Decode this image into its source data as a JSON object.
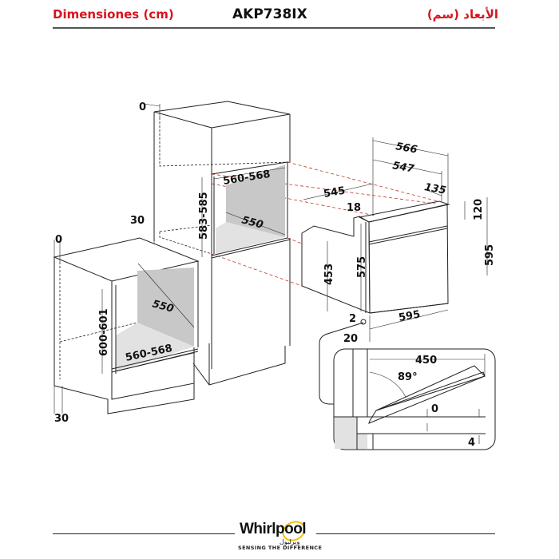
{
  "header": {
    "left_title": "Dimensiones (cm)",
    "model": "AKP738IX",
    "right_title": "الأبعاد (سم)"
  },
  "diagram": {
    "tall_cabinet": {
      "top_gap": "0",
      "side_gap": "30",
      "niche_height": "583-585",
      "niche_width": "560-568",
      "niche_depth": "550"
    },
    "base_cabinet": {
      "top_gap": "0",
      "bottom_gap": "30",
      "niche_height": "600-601",
      "niche_width": "560-568",
      "niche_depth": "550"
    },
    "oven": {
      "total_depth": "566",
      "body_depth": "547",
      "top_depth": "135",
      "body_width_depth": "545",
      "front_thickness": "18",
      "panel_height": "120",
      "total_height": "595",
      "body_height": "453",
      "front_body_height": "575",
      "width": "595",
      "gap_bottom": "2",
      "gap_front": "20"
    },
    "door_detail": {
      "open_length": "450",
      "angle": "89°",
      "offset_top": "0",
      "offset_bottom": "4"
    },
    "colors": {
      "accent": "#d7141e",
      "niche_back": "#c8c8c8",
      "niche_floor": "#e2e2e2",
      "guide_line": "#c0392b"
    }
  },
  "footer": {
    "brand": "Whirlpool",
    "brand_arabic": "ويرلبول",
    "tagline": "SENSING THE DIFFERENCE"
  }
}
